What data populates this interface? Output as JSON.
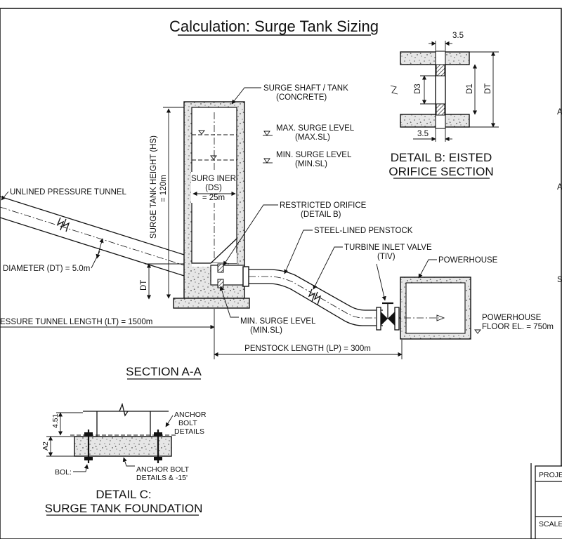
{
  "title": "Calculation: Surge Tank Sizing",
  "section_aa": {
    "title": "SECTION A-A",
    "surge_shaft_label": [
      "SURGE SHAFT / TANK",
      "(CONCRETE)"
    ],
    "max_surge_label": [
      "MAX. SURGE LEVEL",
      "(MAX.SL)"
    ],
    "min_surge_label_top": [
      "MIN. SURGE LEVEL",
      "(MIN.SL)"
    ],
    "tank_height_label": [
      "SURGE TANK HEIGHT (HS)",
      "= 120m"
    ],
    "surge_inner_label": [
      "SURG INER",
      "(DS)",
      "= 25m"
    ],
    "unlined_tunnel_label": "UNLINED PRESSURE TUNNEL",
    "restricted_orifice_label": [
      "RESTRICTED ORIFICE",
      "(DETAIL B)"
    ],
    "steel_penstock_label": "STEEL-LINED PENSTOCK",
    "turbine_valve_label": [
      "TURBINE INLET VALVE",
      "(TIV)"
    ],
    "powerhouse_label": "POWERHOUSE",
    "diameter_label": "DIAMETER (DT) = 5.0m",
    "dt_label": "DT",
    "tunnel_length_label": "ESSURE TUNNEL LENGTH (LT) = 1500m",
    "min_surge_label_bottom": [
      "MIN. SURGE LEVEL",
      "(MIN.SL)"
    ],
    "penstock_length_label": "PENSTOCK LENGTH (LP) = 300m",
    "floor_label": [
      "POWERHOUSE",
      "FLOOR EL. = 750m"
    ]
  },
  "detail_b": {
    "title": [
      "DETAIL B: EISTED",
      "ORIFICE SECTION"
    ],
    "dim_top": "3.5",
    "dim_bottom": "3.5",
    "d3": "D3",
    "d1": "D1",
    "dt": "DT"
  },
  "detail_c": {
    "title": [
      "DETAIL C:",
      "SURGE TANK FOUNDATION"
    ],
    "dim_451": "4.51",
    "dim_a2": "A2",
    "anchor_top": [
      "ANCHOR",
      "BOLT",
      "DETAILS"
    ],
    "anchor_bottom": [
      "ANCHOR BOLT",
      "DETAILS & -15'"
    ],
    "bol": "BOL:"
  },
  "title_block": {
    "project": "PROJE",
    "scale": "SCALE"
  },
  "edge_letters": [
    "A",
    "A",
    "S"
  ]
}
